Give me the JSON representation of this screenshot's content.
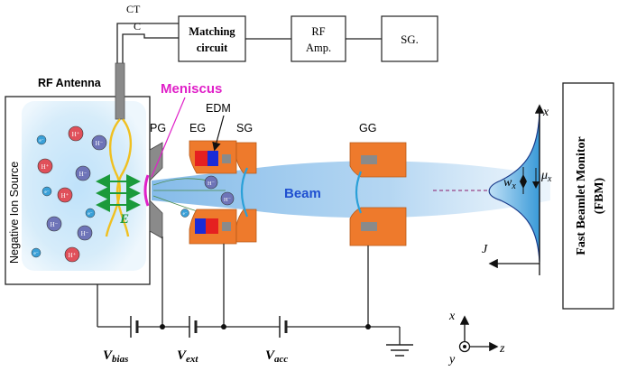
{
  "top_chain": {
    "ct_label": "CT",
    "c_label": "C",
    "matching_label_line1": "Matching",
    "matching_label_line2": "circuit",
    "rf_amp_line1": "RF",
    "rf_amp_line2": "Amp.",
    "sg_box_label": "SG."
  },
  "labels": {
    "rf_antenna": "RF Antenna",
    "meniscus": "Meniscus",
    "edm": "EDM",
    "pg": "PG",
    "eg": "EG",
    "sg": "SG",
    "gg": "GG",
    "beam": "Beam",
    "source": "Negative Ion Source",
    "efield": "E",
    "ion_pos": "H⁺",
    "ion_neg": "H⁻",
    "electron": "e⁻"
  },
  "monitor": {
    "line1": "Fast Beamlet Monitor",
    "line2": "(FBM)",
    "x_axis": "x",
    "j_axis": "J",
    "width_symbol": "w",
    "width_sub": "x",
    "mean_symbol": "μ",
    "mean_sub": "x"
  },
  "voltages": {
    "v_bias": "V",
    "v_bias_sub": "bias",
    "v_ext": "V",
    "v_ext_sub": "ext",
    "v_acc": "V",
    "v_acc_sub": "acc"
  },
  "axes": {
    "x": "x",
    "y": "y",
    "z": "z"
  },
  "colors": {
    "plasma": "#cfe8f8",
    "electrode_orange": "#ee7a2c",
    "meniscus": "#e020c8",
    "beam": "#8ec3ec",
    "efield": "#1b9a3b",
    "antenna": "#f0c020",
    "h_plus": "#e0505a",
    "h_minus": "#6e74b8",
    "electron": "#3aa0d8",
    "beam_text": "#1f4fd0"
  }
}
